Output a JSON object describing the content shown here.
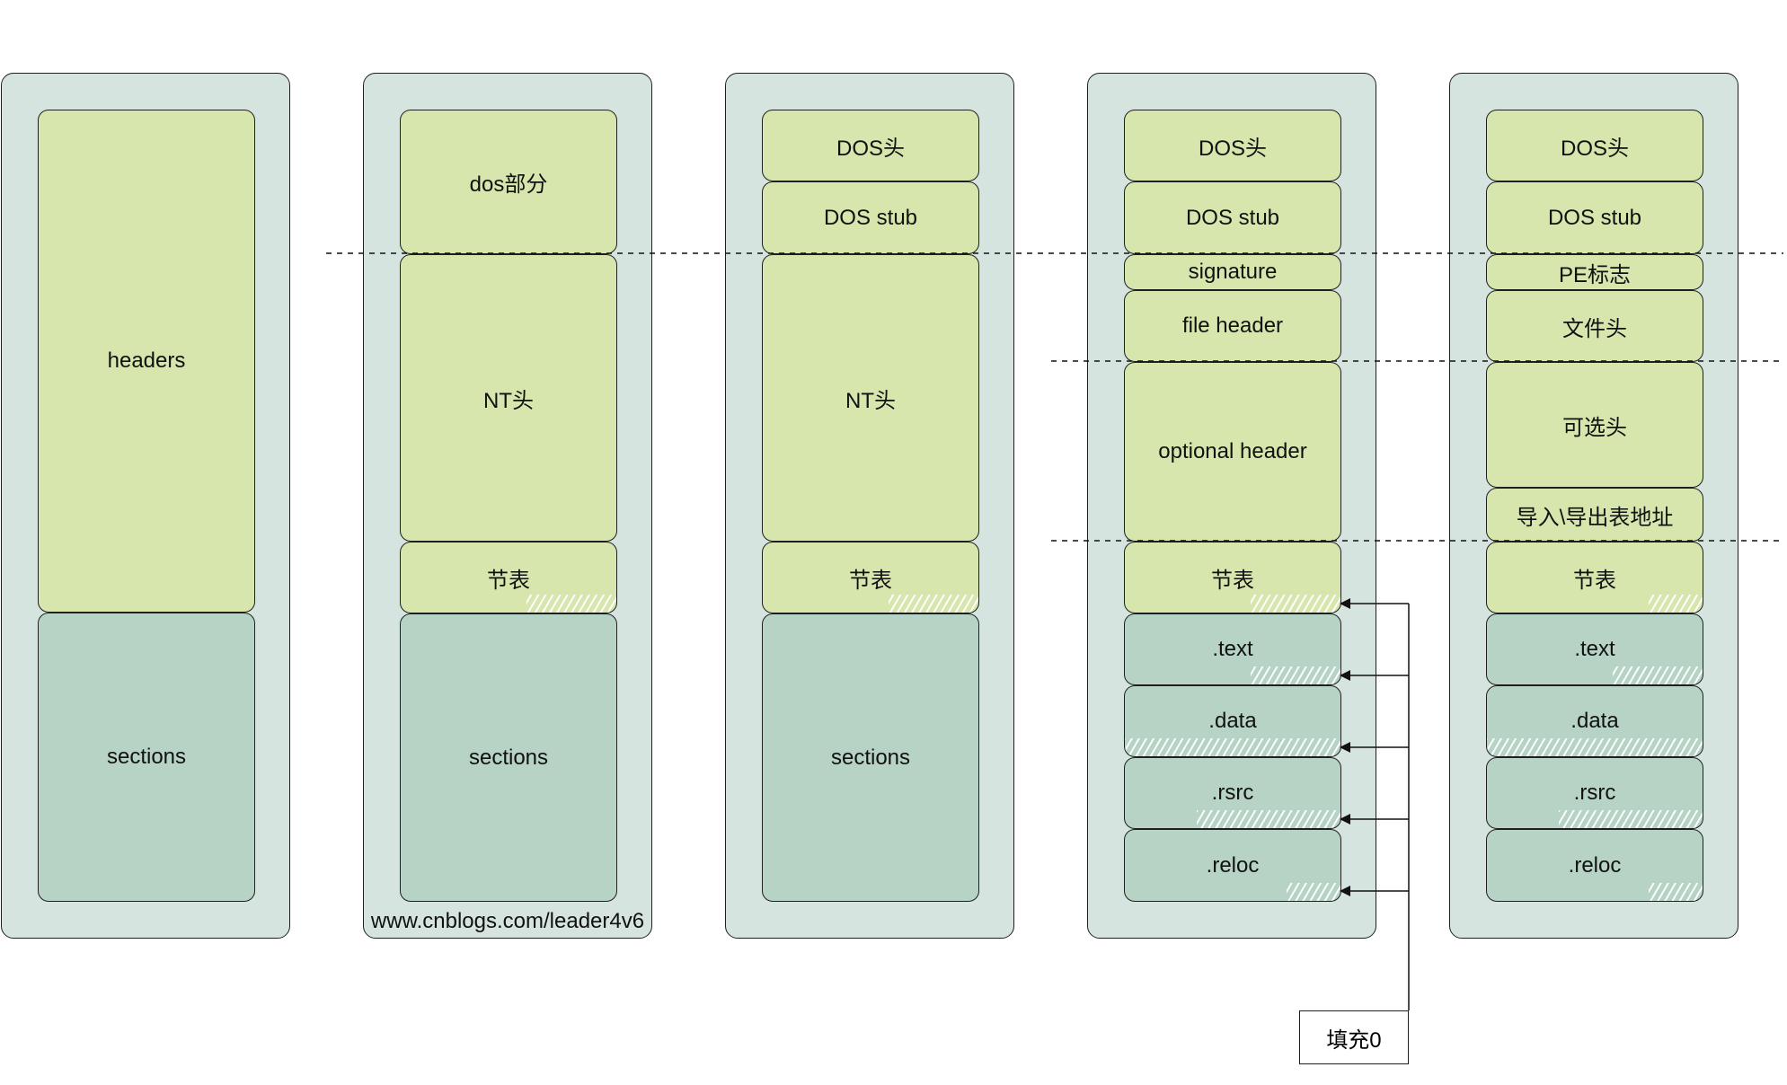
{
  "columns": [
    {
      "boxes": [
        {
          "label": "headers",
          "type": "hdr"
        },
        {
          "label": "sections",
          "type": "sec"
        }
      ]
    },
    {
      "boxes": [
        {
          "label": "dos部分",
          "type": "hdr"
        },
        {
          "label": "NT头",
          "type": "hdr"
        },
        {
          "label": "节表",
          "type": "hdr"
        },
        {
          "label": "sections",
          "type": "sec"
        }
      ]
    },
    {
      "boxes": [
        {
          "label": "DOS头",
          "type": "hdr"
        },
        {
          "label": "DOS stub",
          "type": "hdr"
        },
        {
          "label": "NT头",
          "type": "hdr"
        },
        {
          "label": "节表",
          "type": "hdr"
        },
        {
          "label": "sections",
          "type": "sec"
        }
      ]
    },
    {
      "boxes": [
        {
          "label": "DOS头",
          "type": "hdr"
        },
        {
          "label": "DOS stub",
          "type": "hdr"
        },
        {
          "label": "signature",
          "type": "hdr"
        },
        {
          "label": "file header",
          "type": "hdr"
        },
        {
          "label": "optional header",
          "type": "hdr"
        },
        {
          "label": "节表",
          "type": "hdr"
        },
        {
          "label": ".text",
          "type": "sec"
        },
        {
          "label": ".data",
          "type": "sec"
        },
        {
          "label": ".rsrc",
          "type": "sec"
        },
        {
          "label": ".reloc",
          "type": "sec"
        }
      ]
    },
    {
      "boxes": [
        {
          "label": "DOS头",
          "type": "hdr"
        },
        {
          "label": "DOS stub",
          "type": "hdr"
        },
        {
          "label": "PE标志",
          "type": "hdr"
        },
        {
          "label": "文件头",
          "type": "hdr"
        },
        {
          "label": "可选头",
          "type": "hdr"
        },
        {
          "label": "导入\\导出表地址",
          "type": "hdr"
        },
        {
          "label": "节表",
          "type": "hdr"
        },
        {
          "label": ".text",
          "type": "sec"
        },
        {
          "label": ".data",
          "type": "sec"
        },
        {
          "label": ".rsrc",
          "type": "sec"
        },
        {
          "label": ".reloc",
          "type": "sec"
        }
      ]
    }
  ],
  "watermark": "www.cnblogs.com/leader4v6",
  "padding_label": "填充0",
  "colors": {
    "header_fill": "#d6e6ad",
    "section_fill": "#b6d3c5",
    "column_fill": "#d6e4df",
    "stroke": "#1f1f1f"
  }
}
